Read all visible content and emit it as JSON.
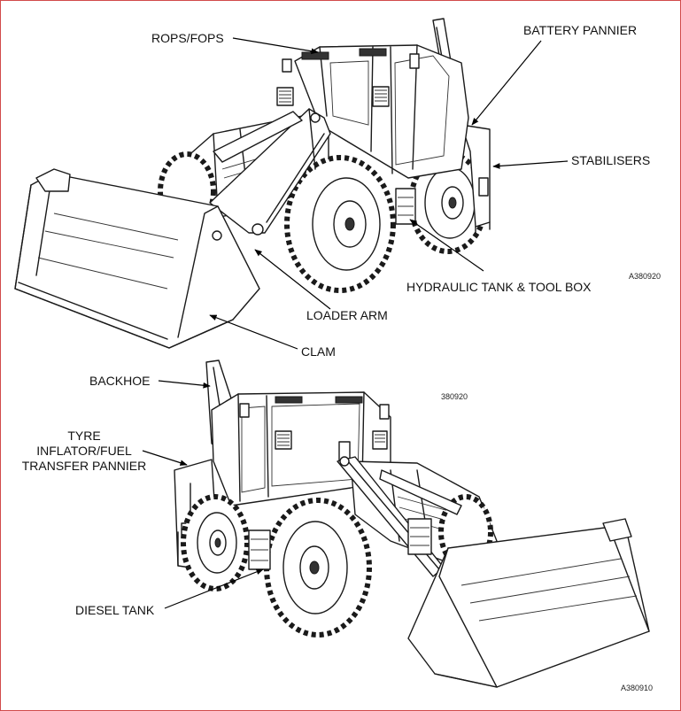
{
  "labels": {
    "rops_fops": "ROPS/FOPS",
    "battery_pannier": "BATTERY PANNIER",
    "stabilisers": "STABILISERS",
    "hydraulic_tank_tool_box": "HYDRAULIC TANK & TOOL BOX",
    "loader_arm": "LOADER ARM",
    "clam": "CLAM",
    "backhoe": "BACKHOE",
    "tyre_pannier_line1": "TYRE",
    "tyre_pannier_line2": "INFLATOR/FUEL",
    "tyre_pannier_line3": "TRANSFER PANNIER",
    "diesel_tank": "DIESEL TANK"
  },
  "figure_refs": {
    "top": "A380920",
    "middle": "380920",
    "bottom": "A380910"
  },
  "colors": {
    "frame_border": "#d24a4a",
    "line_art": "#1a1a1a",
    "background": "#ffffff"
  }
}
